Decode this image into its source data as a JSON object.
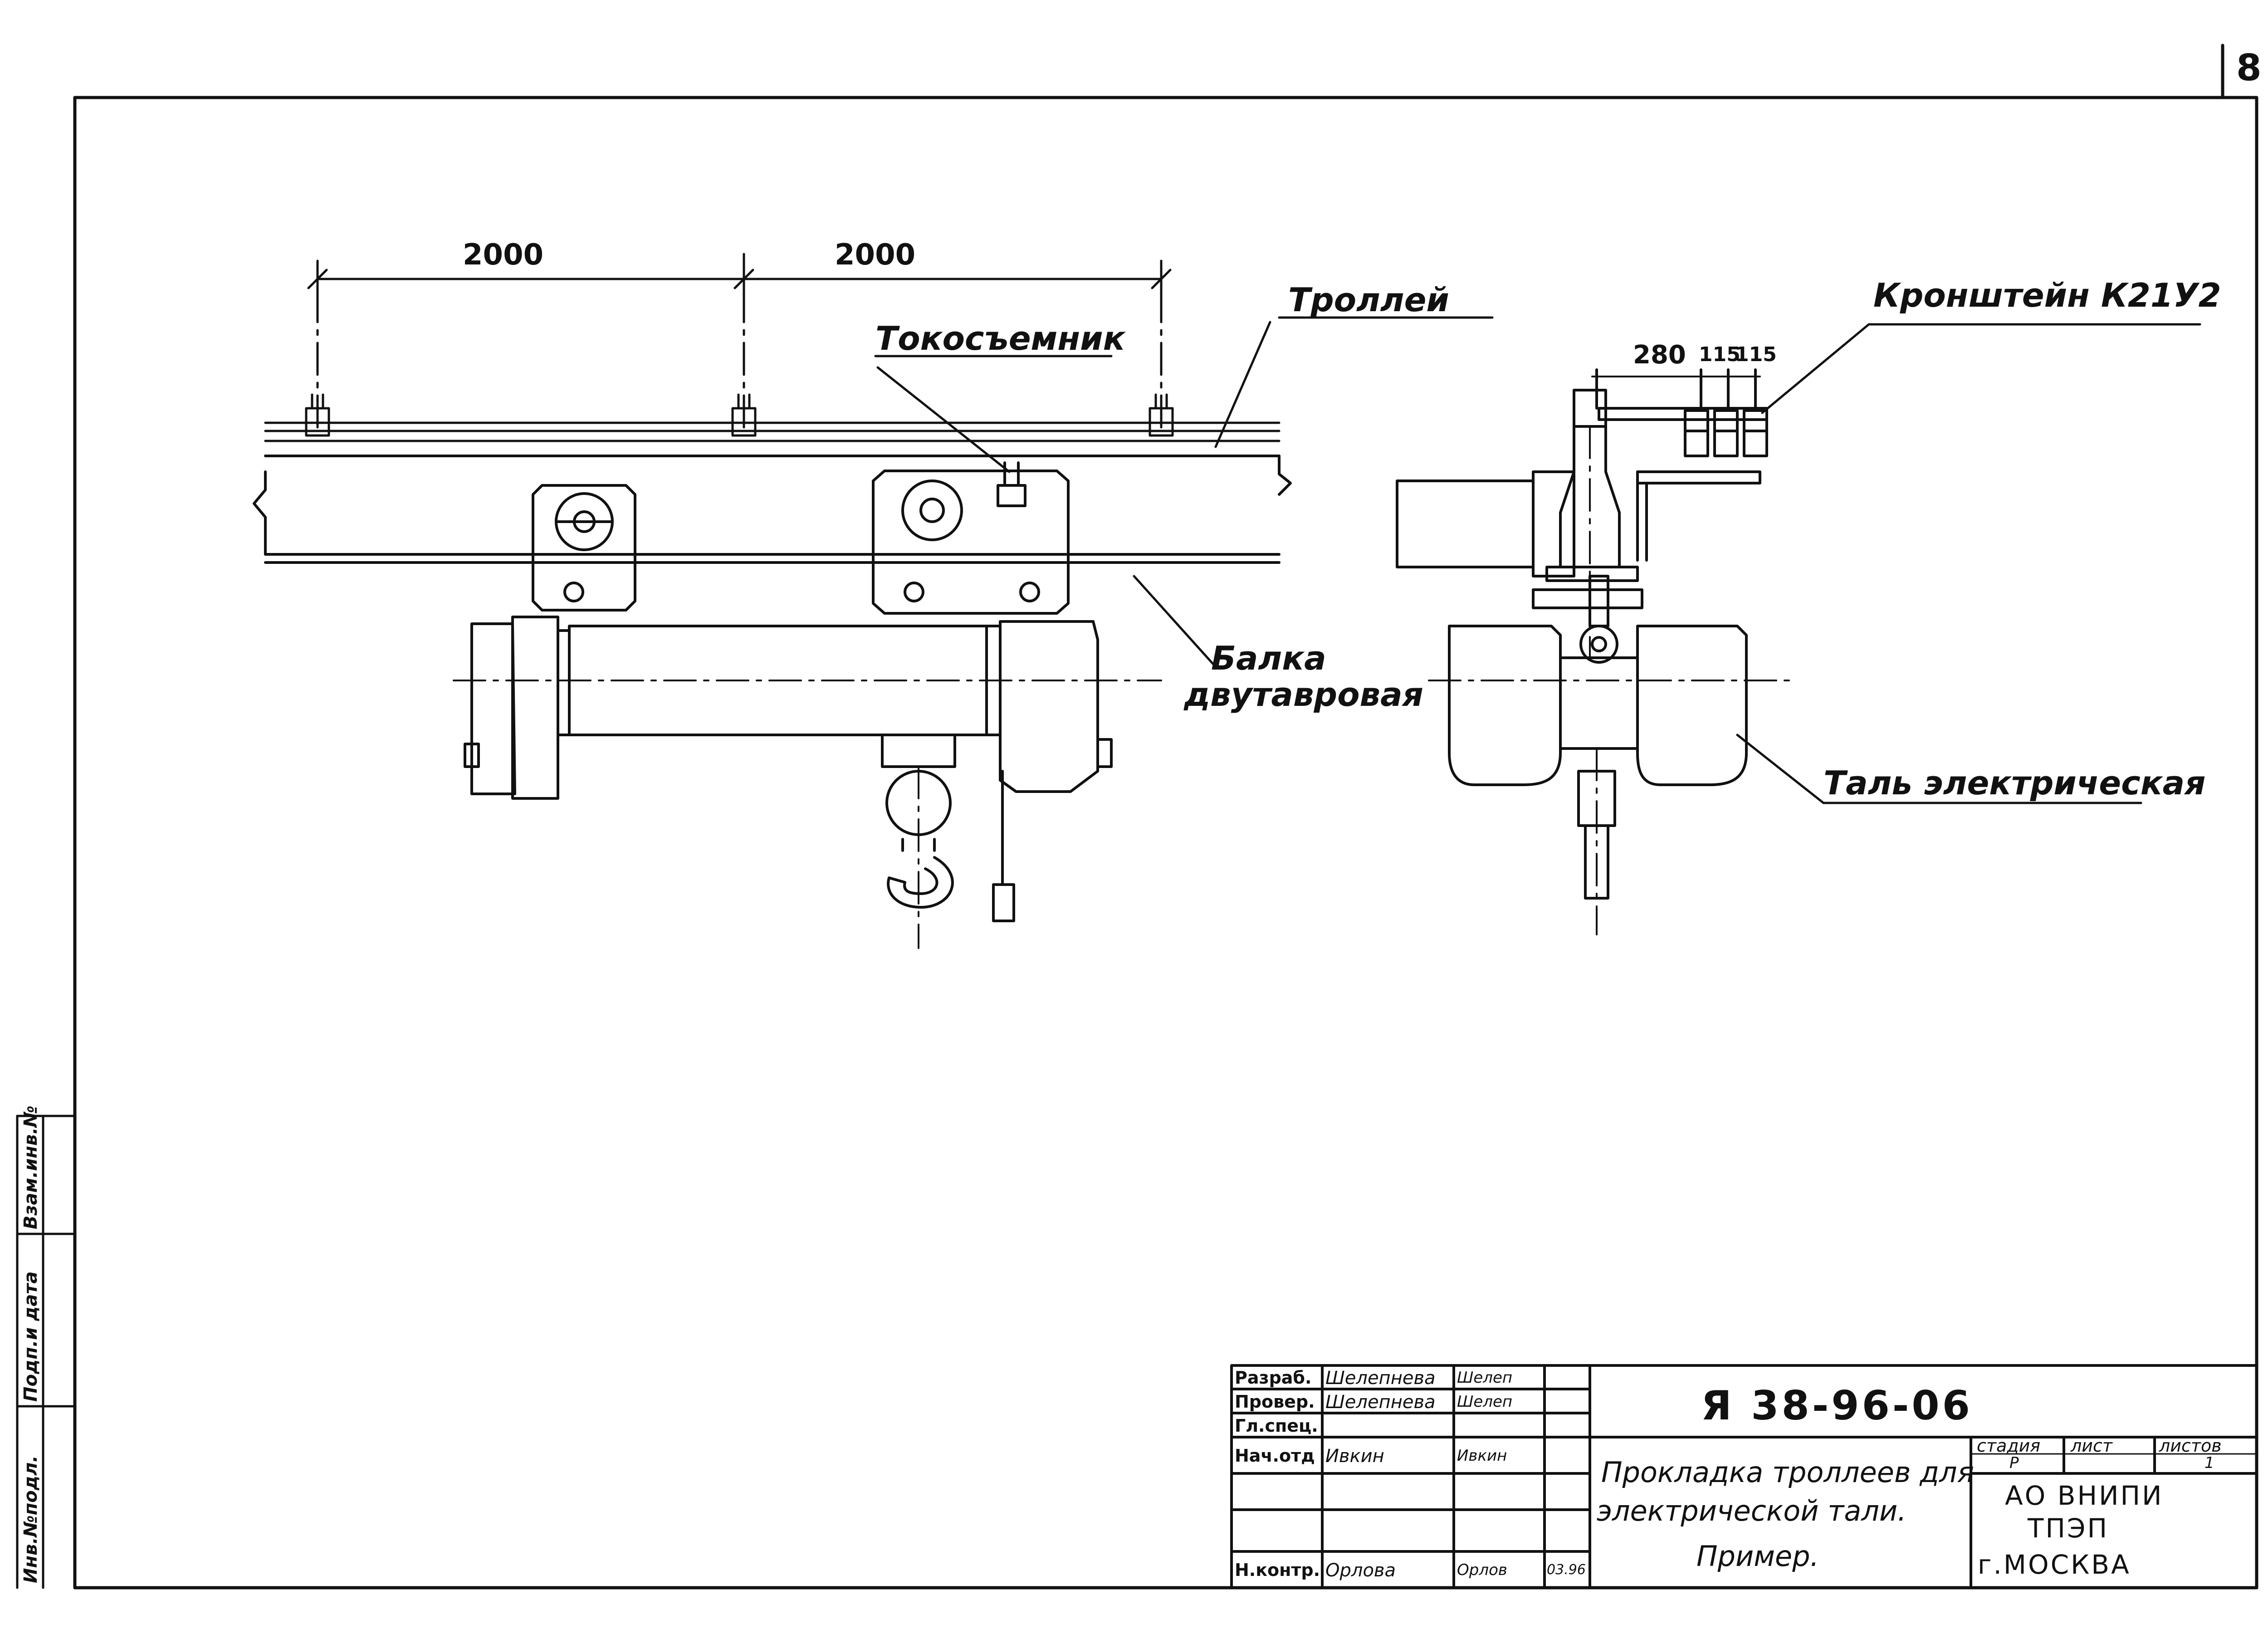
{
  "sheet": {
    "page_number": "8",
    "drawing_code": "Я 38-96-06",
    "title_lines": [
      "Прокладка троллеев для",
      "электрической тали.",
      "Пример."
    ]
  },
  "dimensions": {
    "span_left": "2000",
    "span_right": "2000",
    "side_main": "280",
    "side_small_1": "115",
    "side_small_2": "115"
  },
  "callouts": {
    "trolley": "Троллей",
    "collector": "Токосъемник",
    "beam_line1": "Балка",
    "beam_line2": "двутавровая",
    "bracket": "Кронштейн К21У2",
    "hoist": "Таль электрическая"
  },
  "title_block": {
    "rows": [
      {
        "role": "Разраб.",
        "name": "Шелепнева",
        "sign": "Шелеп"
      },
      {
        "role": "Провер.",
        "name": "Шелепнева",
        "sign": "Шелеп"
      },
      {
        "role": "Гл.спец.",
        "name": "",
        "sign": ""
      },
      {
        "role": "Нач.отд",
        "name": "Ивкин",
        "sign": "Ивкин"
      },
      {
        "role": "",
        "name": "",
        "sign": ""
      },
      {
        "role": "",
        "name": "",
        "sign": ""
      },
      {
        "role": "Н.контр.",
        "name": "Орлова",
        "sign": "Орлов",
        "date": "03.96"
      }
    ],
    "stage_header": "стадия",
    "sheet_header": "лист",
    "sheets_header": "листов",
    "stage_value": "Р",
    "sheets_value": "1",
    "org_line1": "АО ВНИПИ",
    "org_line2": "ТПЭП",
    "org_line3": "г.МОСКВА"
  },
  "side_stamp": {
    "inv_orig": "Инв.№подл.",
    "sign_date": "Подп.и дата",
    "replace_inv": "Взам.инв.№"
  }
}
